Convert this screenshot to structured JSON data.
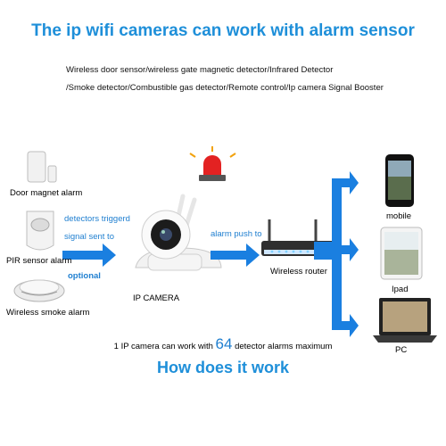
{
  "title": "The ip wifi cameras can work with alarm sensor",
  "description_lines": [
    "Wireless door sensor/wireless gate magnetic detector/Infrared Detector",
    "/Smoke detector/Combustible gas detector/Remote control/Ip camera Signal Booster"
  ],
  "sensors": {
    "door": "Door magnet alarm",
    "pir": "PIR sensor alarm",
    "smoke": "Wireless smoke alarm"
  },
  "arrow_labels": {
    "detectors_line1": "detectors triggerd",
    "detectors_line2": "signal sent to",
    "optional": "optional",
    "alarm_push": "alarm push to"
  },
  "devices": {
    "camera": "IP CAMERA",
    "router": "Wireless router",
    "mobile": "mobile",
    "ipad": "Ipad",
    "pc": "PC"
  },
  "max_text": {
    "before": "1 IP camera can work with",
    "number": "64",
    "after": "detector alarms maximum"
  },
  "footer": "How does it work",
  "colors": {
    "heading_blue": "#1e8fd9",
    "arrow_blue": "#1a7fe0",
    "siren_red": "#e32222"
  }
}
